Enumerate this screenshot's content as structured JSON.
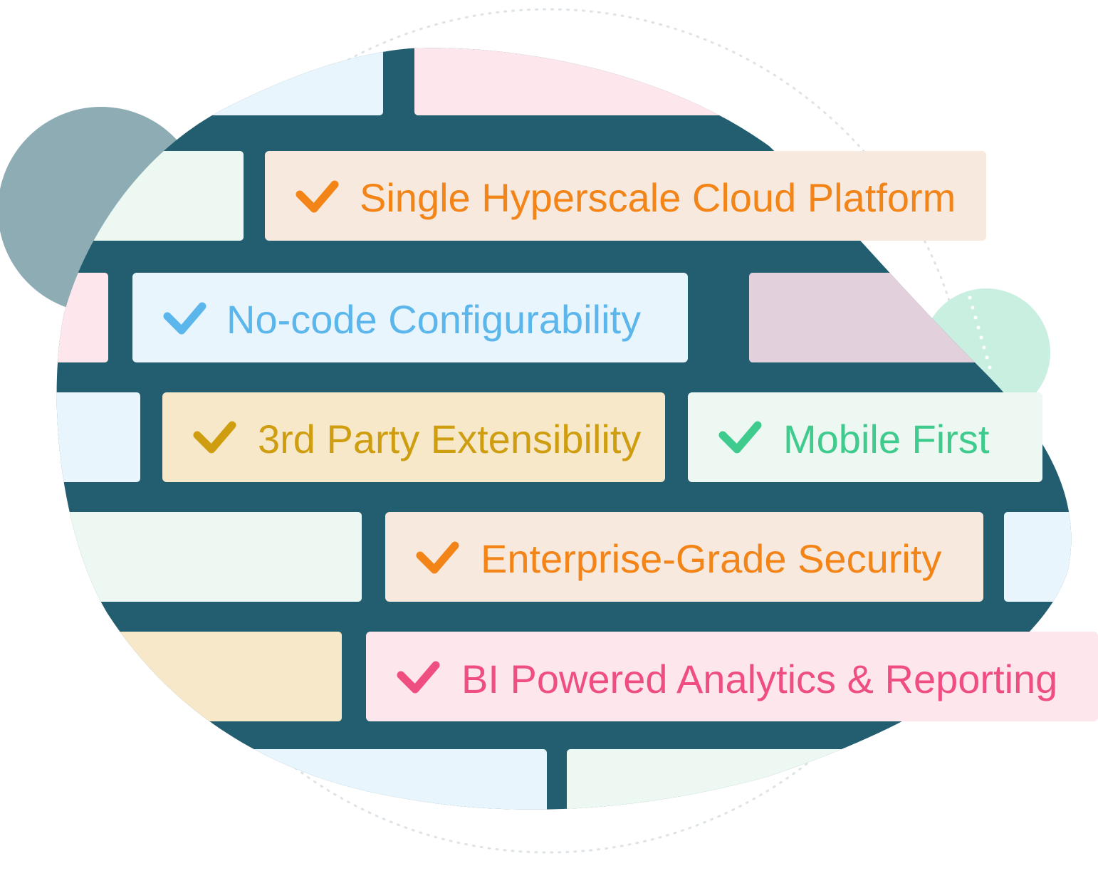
{
  "colors": {
    "wall": "#225e70",
    "grey_circle": "#8eacb4",
    "mint_circle": "#c9efe0",
    "dot_ring": "#dde3e6",
    "brick_blue": "#e8f5fc",
    "brick_pink": "#fde6ec",
    "brick_mint": "#ecf8f1",
    "brick_mauve": "#e2d0dc",
    "brick_yellow": "#f6e8c8"
  },
  "features": [
    {
      "label": "Single Hyperscale Cloud Platform",
      "icon": "check-icon",
      "text_color": "#f28418",
      "bg_color": "#f7e9dd"
    },
    {
      "label": "No-code Configurability",
      "icon": "check-icon",
      "text_color": "#5bb6ec",
      "bg_color": "#e8f5fc"
    },
    {
      "label": "3rd Party Extensibility",
      "icon": "check-icon",
      "text_color": "#cf9d10",
      "bg_color": "#f6e8c8"
    },
    {
      "label": "Mobile First",
      "icon": "check-icon",
      "text_color": "#3fcb8d",
      "bg_color": "#ecf8f1"
    },
    {
      "label": "Enterprise-Grade Security",
      "icon": "check-icon",
      "text_color": "#f28418",
      "bg_color": "#f7e9dd"
    },
    {
      "label": "BI Powered Analytics & Reporting",
      "icon": "check-icon",
      "text_color": "#ef4e80",
      "bg_color": "#fde6ec"
    }
  ]
}
